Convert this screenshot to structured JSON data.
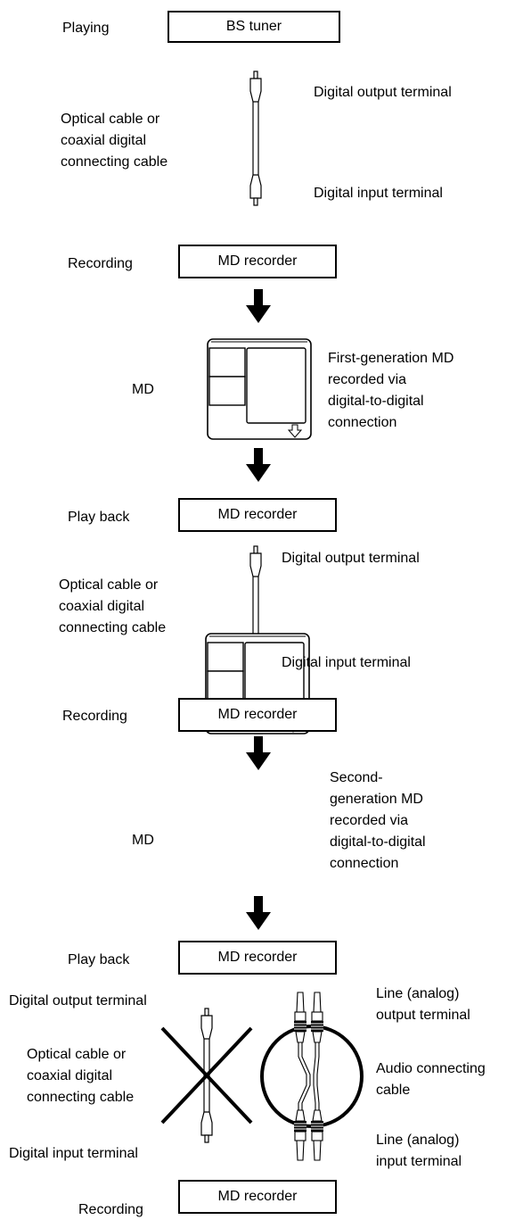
{
  "sections": {
    "s1": {
      "mode": "Playing",
      "device": "BS tuner",
      "cable": [
        "Optical cable or",
        "coaxial digital",
        "connecting cable"
      ],
      "out_terminal": "Digital output terminal",
      "in_terminal": "Digital input terminal"
    },
    "s2": {
      "mode": "Recording",
      "device": "MD recorder",
      "md_label": "MD",
      "md_desc": [
        "First-generation MD",
        "recorded via",
        "digital-to-digital",
        "connection"
      ]
    },
    "s3": {
      "mode": "Play back",
      "device": "MD recorder",
      "cable": [
        "Optical cable or",
        "coaxial digital",
        "connecting cable"
      ],
      "out_terminal": "Digital output terminal",
      "in_terminal": "Digital input terminal"
    },
    "s4": {
      "mode": "Recording",
      "device": "MD recorder",
      "md_label": "MD",
      "md_desc": [
        "Second-",
        "generation MD",
        "recorded via",
        "digital-to-digital",
        "connection"
      ]
    },
    "s5": {
      "mode": "Play back",
      "device": "MD recorder",
      "out_terminal": "Digital output terminal",
      "cable": [
        "Optical cable or",
        "coaxial digital",
        "connecting cable"
      ],
      "in_terminal": "Digital input terminal",
      "line_out": [
        "Line (analog)",
        "output terminal"
      ],
      "audio_cable": [
        "Audio connecting",
        "cable"
      ],
      "line_in": [
        "Line (analog)",
        "input terminal"
      ]
    },
    "s6": {
      "mode": "Recording",
      "device": "MD recorder"
    }
  }
}
